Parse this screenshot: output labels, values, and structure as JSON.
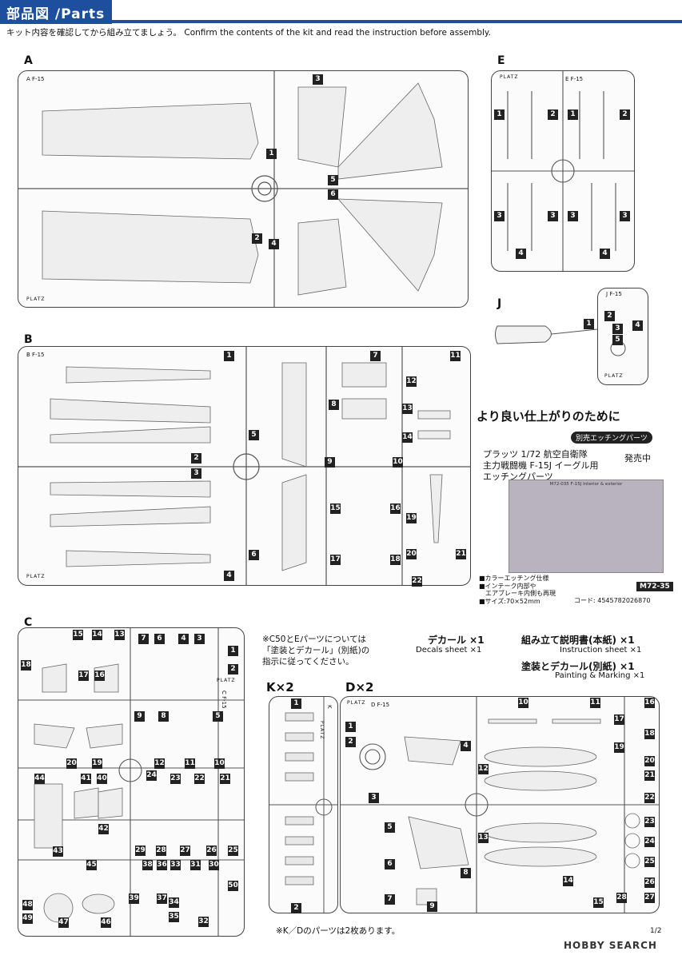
{
  "header": {
    "title": "部品図 /Parts"
  },
  "intro": "キット内容を確認してから組み立てましょう。 Confirm the contents of the kit and read the instruction before assembly.",
  "sprue_letters": {
    "a": "A",
    "b": "B",
    "c": "C",
    "e": "E",
    "j": "J",
    "k": "K×2",
    "d": "D×2"
  },
  "sprue_tags": {
    "a": "F-15",
    "b": "F-15",
    "c": "F-15",
    "e": "F-15",
    "j": "F-15",
    "d": "F-15"
  },
  "sprue_circle_letters": {
    "a": "A",
    "b": "B",
    "c": "C",
    "e": "E",
    "j": "J",
    "k": "K",
    "d": "D"
  },
  "platz": "PLATZ",
  "part_numbers": {
    "a": [
      "1",
      "2",
      "3",
      "4",
      "5",
      "6"
    ],
    "b": [
      "1",
      "2",
      "3",
      "4",
      "5",
      "6",
      "7",
      "8",
      "9",
      "10",
      "11",
      "12",
      "13",
      "14",
      "15",
      "16",
      "17",
      "18",
      "19",
      "20",
      "21",
      "22"
    ],
    "c": [
      "1",
      "2",
      "3",
      "4",
      "5",
      "6",
      "7",
      "8",
      "9",
      "10",
      "11",
      "12",
      "13",
      "14",
      "15",
      "16",
      "17",
      "18",
      "19",
      "20",
      "21",
      "22",
      "23",
      "24",
      "25",
      "26",
      "27",
      "28",
      "29",
      "30",
      "31",
      "32",
      "33",
      "34",
      "35",
      "36",
      "37",
      "38",
      "39",
      "40",
      "41",
      "42",
      "43",
      "44",
      "45",
      "46",
      "47",
      "48",
      "49",
      "50"
    ],
    "e": [
      "1",
      "2",
      "1",
      "2",
      "3",
      "3",
      "3",
      "3",
      "4",
      "4"
    ],
    "j": [
      "1",
      "2",
      "3",
      "4",
      "5"
    ],
    "k": [
      "1",
      "2"
    ],
    "d": [
      "1",
      "2",
      "3",
      "4",
      "5",
      "6",
      "7",
      "8",
      "9",
      "10",
      "11",
      "12",
      "13",
      "14",
      "15",
      "16",
      "17",
      "18",
      "19",
      "20",
      "21",
      "22",
      "23",
      "24",
      "25",
      "26",
      "27",
      "28"
    ]
  },
  "promo": {
    "heading": "より良い仕上がりのために",
    "badge": "別売エッチングパーツ",
    "product_lines": [
      "プラッツ 1/72 航空自衛隊",
      "主力戦闘機 F-15J イーグル用",
      "エッチングパーツ"
    ],
    "status": "発売中",
    "photo_caption": "M72-035 F-15J Interior & exterior",
    "bullets": [
      "■カラーエッチング仕様",
      "■インテーク内部や",
      "エアブレーキ内側も再現",
      "■サイズ:70×52mm"
    ],
    "product_code": "M72-35",
    "jan": "コード: 4545782026870"
  },
  "c_note": [
    "※C50とEパーツについては",
    "「塗装とデカール」(別紙)の",
    "指示に従ってください。"
  ],
  "includes": [
    {
      "jp": "デカール ×1",
      "en": "Decals sheet ×1"
    },
    {
      "jp": "組み立て説明書(本紙) ×1",
      "en": "Instruction sheet ×1"
    },
    {
      "jp": "塗装とデカール(別紙) ×1",
      "en": "Painting & Marking ×1"
    }
  ],
  "kd_note": "※K／Dのパーツは2枚あります。",
  "page": "1/2",
  "watermark": "HOBBY SEARCH"
}
